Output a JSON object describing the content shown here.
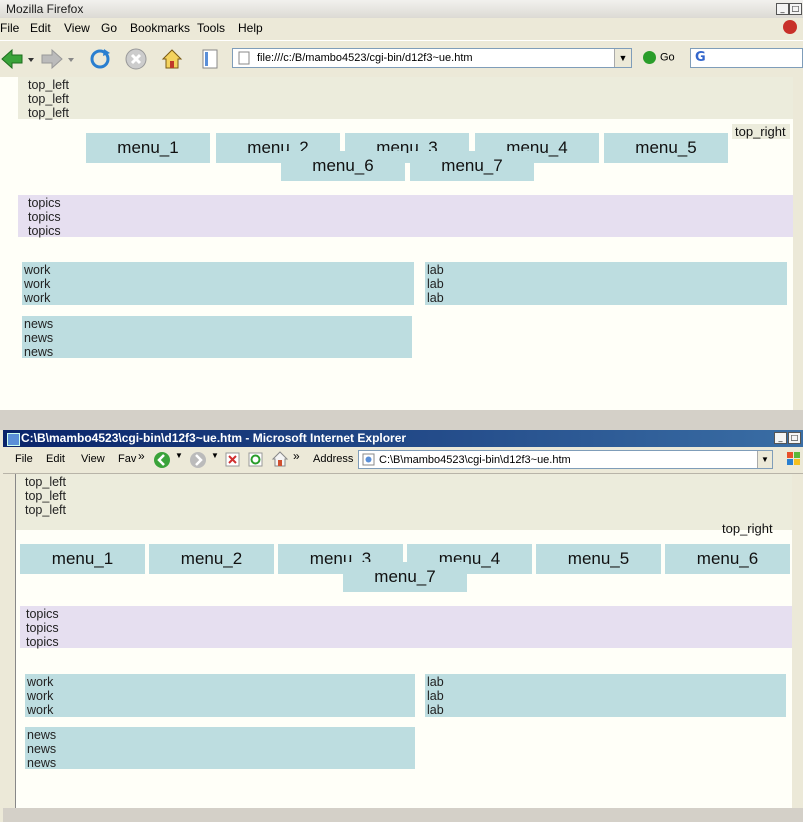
{
  "firefox": {
    "title": "Mozilla Firefox",
    "menu": [
      "File",
      "Edit",
      "View",
      "Go",
      "Bookmarks",
      "Tools",
      "Help"
    ],
    "url": "file:///c:/B/mambo4523/cgi-bin/d12f3~ue.htm",
    "go_label": "Go"
  },
  "ie": {
    "title": "C:\\B\\mambo4523\\cgi-bin\\d12f3~ue.htm - Microsoft Internet Explorer",
    "menu": [
      "File",
      "Edit",
      "View",
      "Fav"
    ],
    "address_label": "Address",
    "url": "C:\\B\\mambo4523\\cgi-bin\\d12f3~ue.htm"
  },
  "page": {
    "top_left": "top_left",
    "top_right": "top_right",
    "menus": [
      "menu_1",
      "menu_2",
      "menu_3",
      "menu_4",
      "menu_5",
      "menu_6",
      "menu_7"
    ],
    "topics": "topics",
    "work": "work",
    "lab": "lab",
    "news": "news"
  },
  "colors": {
    "top_band": "#ececdc",
    "topics_band": "#e6dff0",
    "boxes": "#bddde0",
    "page_bg": "#fffff8"
  }
}
